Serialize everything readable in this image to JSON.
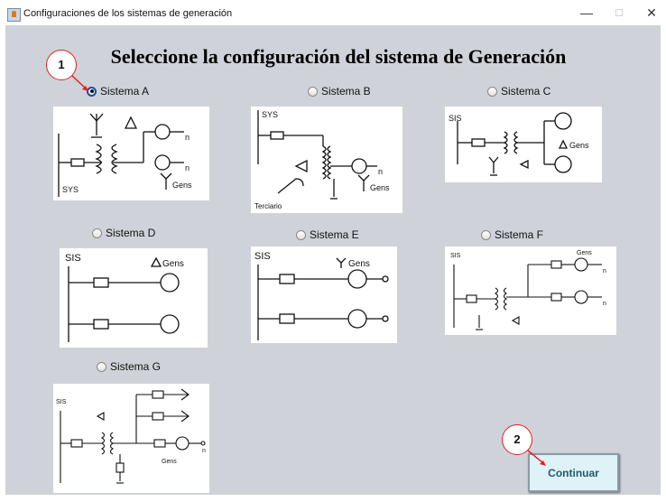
{
  "window": {
    "title": "Configuraciones de los sistemas de generación",
    "minimize": "—",
    "maximize": "☐",
    "close": "✕"
  },
  "heading": "Seleccione la configuración del  sistema de Generación",
  "options": [
    {
      "label": "Sistema A",
      "selected": true
    },
    {
      "label": "Sistema B",
      "selected": false
    },
    {
      "label": "Sistema C",
      "selected": false
    },
    {
      "label": "Sistema D",
      "selected": false
    },
    {
      "label": "Sistema E",
      "selected": false
    },
    {
      "label": "Sistema F",
      "selected": false
    },
    {
      "label": "Sistema G",
      "selected": false
    }
  ],
  "diagram_labels": {
    "sys": "SYS",
    "sis": "SIS",
    "gens": "Gens",
    "n": "n",
    "terciario": "Terciario"
  },
  "callouts": [
    "1",
    "2"
  ],
  "continue_label": "Continuar",
  "colors": {
    "panel": "#cfd3d9",
    "callout": "#dd2222",
    "button": "#dff2f7"
  }
}
